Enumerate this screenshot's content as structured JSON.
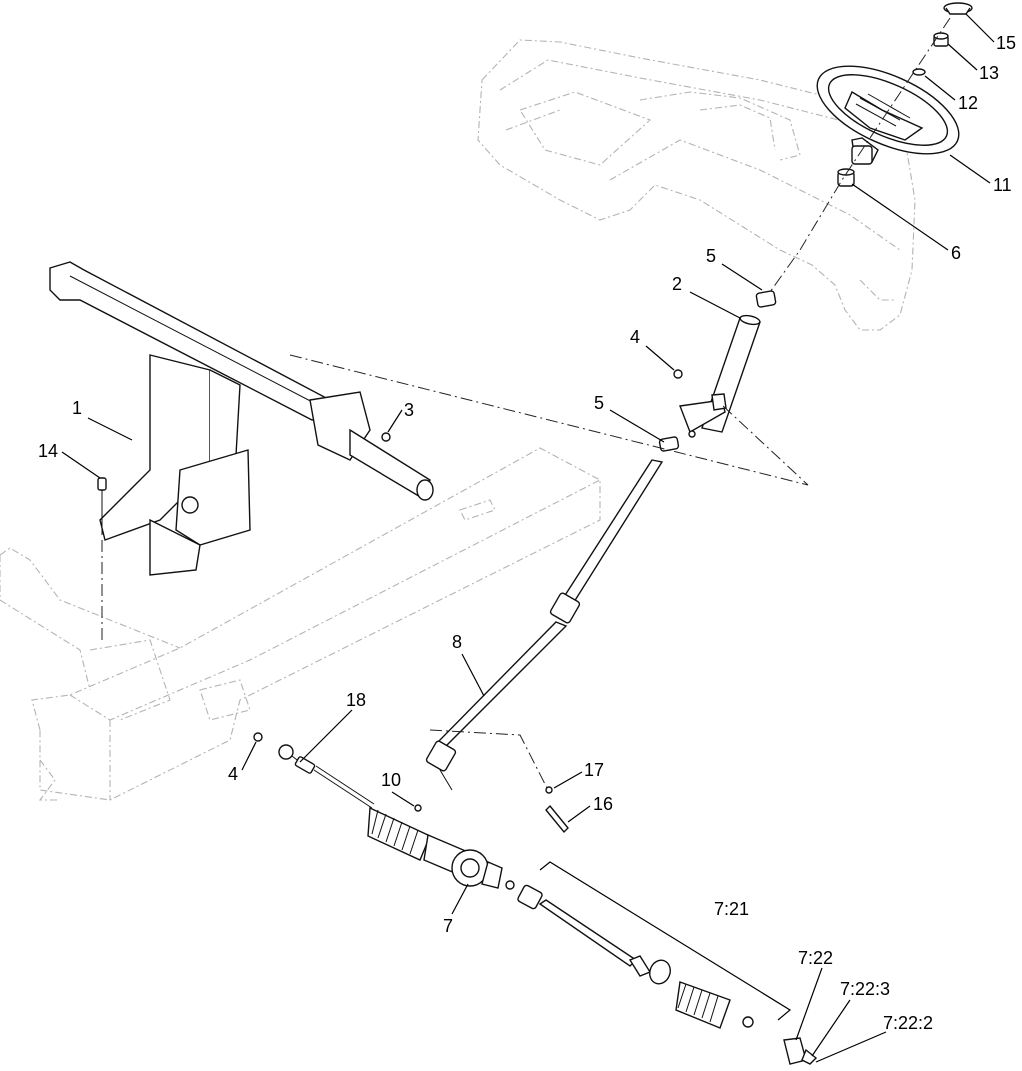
{
  "callouts": [
    {
      "id": "c15",
      "text": "15"
    },
    {
      "id": "c13",
      "text": "13"
    },
    {
      "id": "c12",
      "text": "12"
    },
    {
      "id": "c11",
      "text": "11"
    },
    {
      "id": "c6",
      "text": "6"
    },
    {
      "id": "c5a",
      "text": "5"
    },
    {
      "id": "c2",
      "text": "2"
    },
    {
      "id": "c4a",
      "text": "4"
    },
    {
      "id": "c1",
      "text": "1"
    },
    {
      "id": "c3",
      "text": "3"
    },
    {
      "id": "c5b",
      "text": "5"
    },
    {
      "id": "c14",
      "text": "14"
    },
    {
      "id": "c8",
      "text": "8"
    },
    {
      "id": "c18",
      "text": "18"
    },
    {
      "id": "c10",
      "text": "10"
    },
    {
      "id": "c4b",
      "text": "4"
    },
    {
      "id": "c17",
      "text": "17"
    },
    {
      "id": "c16",
      "text": "16"
    },
    {
      "id": "c7",
      "text": "7"
    },
    {
      "id": "c721",
      "text": "7:21"
    },
    {
      "id": "c722",
      "text": "7:22"
    },
    {
      "id": "c7223",
      "text": "7:22:3"
    },
    {
      "id": "c7222",
      "text": "7:22:2"
    }
  ]
}
